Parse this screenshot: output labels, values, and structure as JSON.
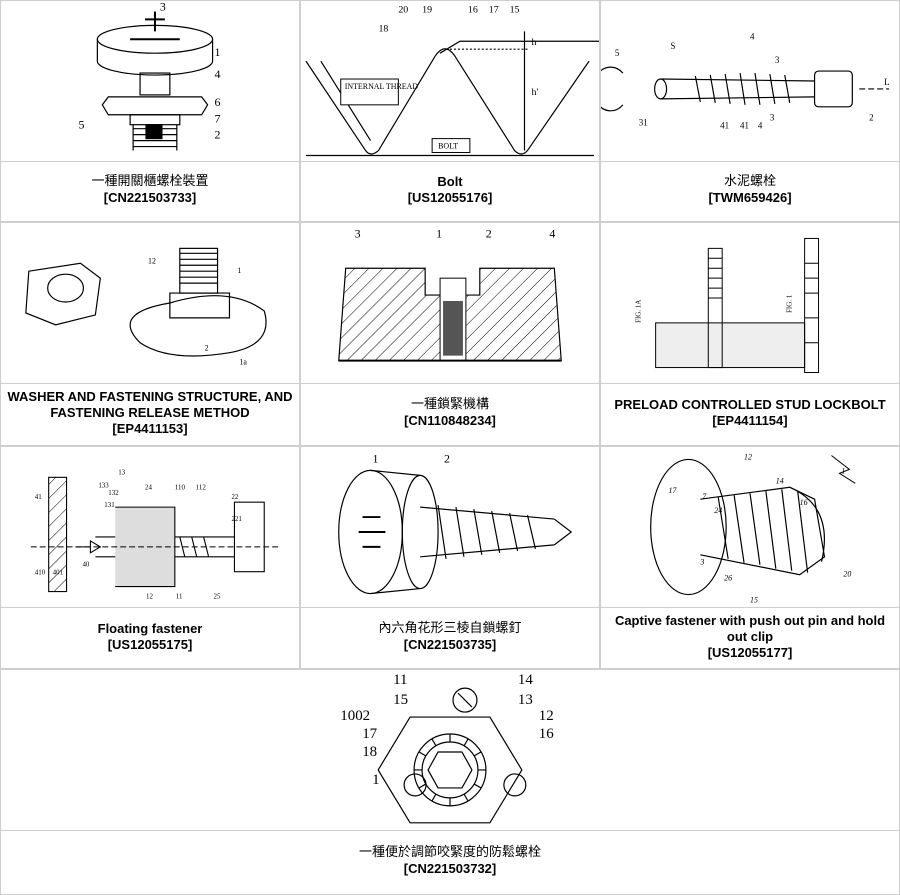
{
  "patents": [
    {
      "title": "一種開關櫃螺栓裝置",
      "number": "[CN221503733]",
      "labels": [
        "3",
        "1",
        "4",
        "6",
        "7",
        "5",
        "2"
      ]
    },
    {
      "title": "Bolt",
      "number": "[US12055176]",
      "labels": [
        "20",
        "19",
        "16",
        "17",
        "15",
        "18",
        "h",
        "h'",
        "INTERNAL THREAD",
        "BOLT"
      ]
    },
    {
      "title": "水泥螺栓",
      "number": "[TWM659426]",
      "labels": [
        "S",
        "4",
        "5",
        "L",
        "3",
        "31",
        "41",
        "41",
        "4",
        "3",
        "2"
      ]
    },
    {
      "title": "WASHER AND FASTENING STRUCTURE, AND FASTENING RELEASE METHOD",
      "number": "[EP4411153]",
      "labels": [
        "12",
        "1",
        "1a",
        "2"
      ]
    },
    {
      "title": "一種鎖緊機構",
      "number": "[CN110848234]",
      "labels": [
        "3",
        "1",
        "2",
        "4"
      ]
    },
    {
      "title": "PRELOAD CONTROLLED STUD LOCKBOLT",
      "number": "[EP4411154]",
      "labels": [
        "FIG. 1A",
        "FIG. 1"
      ]
    },
    {
      "title": "Floating fastener",
      "number": "[US12055175]",
      "labels": [
        "13",
        "133",
        "132",
        "24",
        "110",
        "112",
        "22",
        "221",
        "131",
        "41",
        "40",
        "410",
        "401",
        "12",
        "11",
        "25"
      ]
    },
    {
      "title": "內六角花形三棱自鎖螺釘",
      "number": "[CN221503735]",
      "labels": [
        "1",
        "2"
      ]
    },
    {
      "title": "Captive fastener with push out pin and hold out clip",
      "number": "[US12055177]",
      "labels": [
        "12",
        "1",
        "17",
        "7",
        "24",
        "14",
        "16",
        "3",
        "26",
        "15",
        "20"
      ]
    },
    {
      "title": "一種便於調節咬緊度的防鬆螺栓",
      "number": "[CN221503732]",
      "labels": [
        "11",
        "14",
        "15",
        "13",
        "1002",
        "12",
        "17",
        "16",
        "18",
        "1"
      ]
    }
  ]
}
